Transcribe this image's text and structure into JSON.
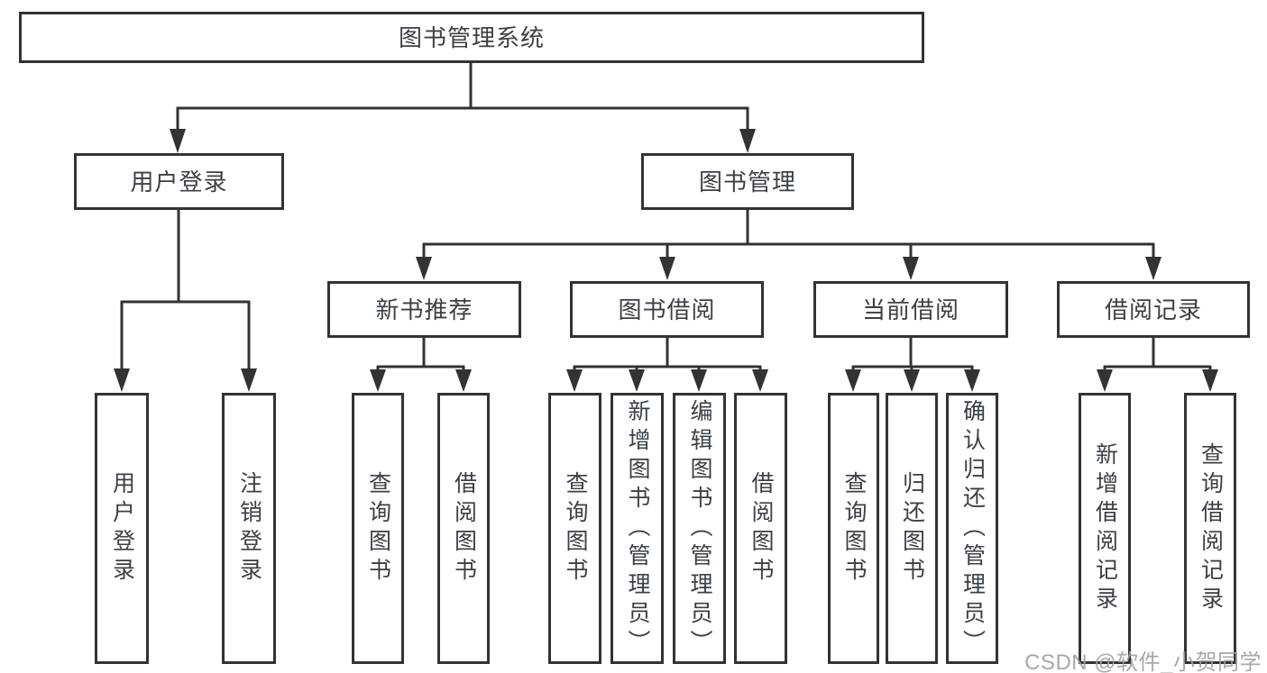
{
  "tree": {
    "root": "图书管理系统",
    "branches": [
      {
        "label": "用户登录",
        "children": [
          "用户登录",
          "注销登录"
        ]
      },
      {
        "label": "图书管理",
        "groups": [
          {
            "label": "新书推荐",
            "children": [
              "查询图书",
              "借阅图书"
            ]
          },
          {
            "label": "图书借阅",
            "children": [
              "查询图书",
              "新增图书（管理员）",
              "编辑图书（管理员）",
              "借阅图书"
            ]
          },
          {
            "label": "当前借阅",
            "children": [
              "查询图书",
              "归还图书",
              "确认归还（管理员）"
            ]
          },
          {
            "label": "借阅记录",
            "children": [
              "新增借阅记录",
              "查询借阅记录"
            ]
          }
        ]
      }
    ]
  },
  "watermark": "CSDN @软件_小贺同学",
  "colors": {
    "line": "#333333",
    "text": "#3b4046",
    "watermark": "#9e9e9e",
    "background": "#ffffff"
  }
}
